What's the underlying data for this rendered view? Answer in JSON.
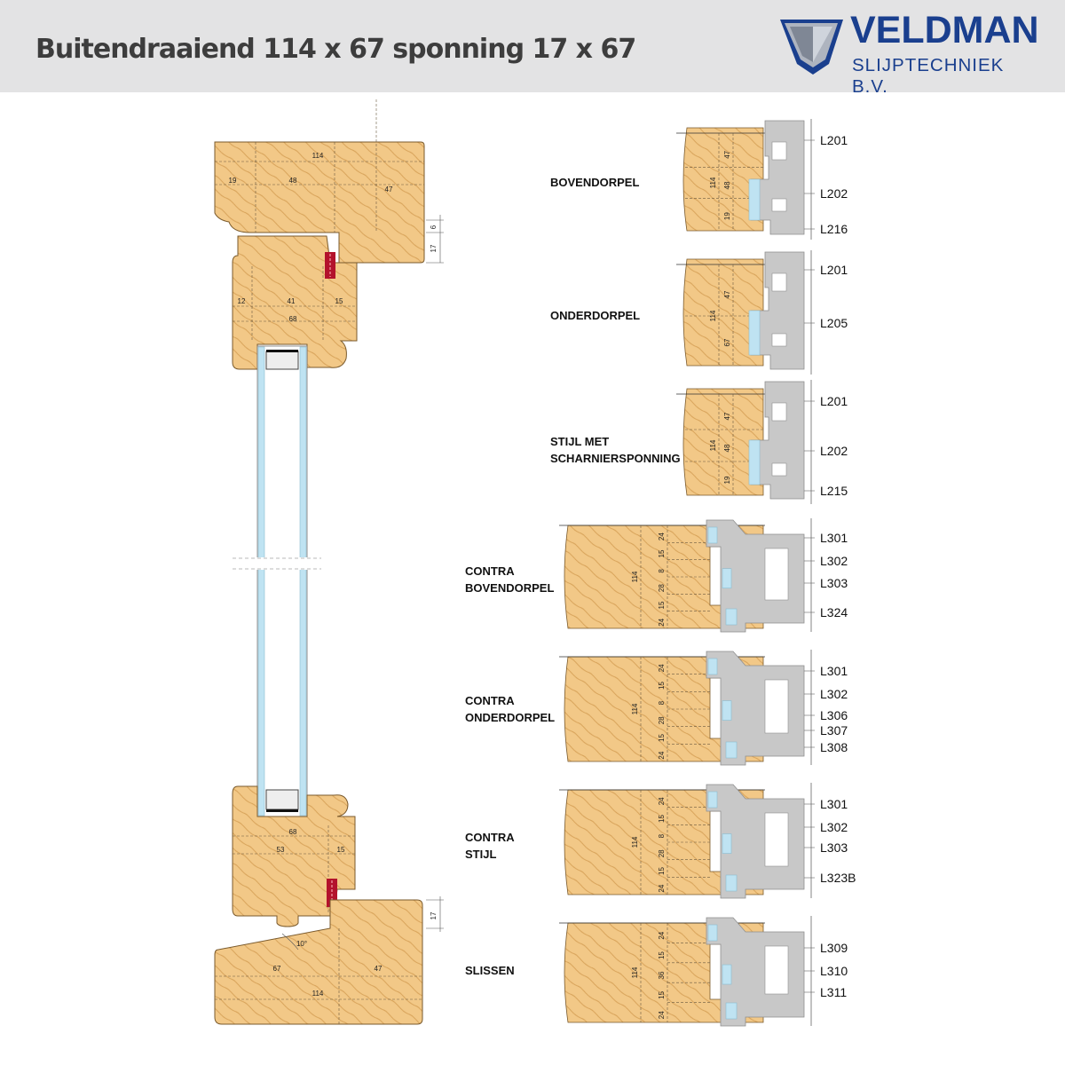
{
  "title": "Buitendraaiend 114 x 67 sponning 17 x 67",
  "logo": {
    "name": "VELDMAN",
    "subtitle": "SLIJPTECHNIEK B.V."
  },
  "colors": {
    "wood": "#f2c887",
    "wood_grain": "#d59f55",
    "tool": "#c8c8c8",
    "tool_edge": "#9a9a9a",
    "glass": "#bfe3f2",
    "seal": "#b3122c",
    "logo_blue": "#1a3f8e",
    "header_bg": "#e3e3e4"
  },
  "main_section": {
    "top_frame": {
      "width": "114",
      "parts": [
        "19",
        "48",
        "47"
      ],
      "rebate": [
        "6",
        "17"
      ]
    },
    "top_sash": {
      "width": "68",
      "parts": [
        "12",
        "41",
        "15"
      ]
    },
    "bottom_sash": {
      "width": "68",
      "parts": [
        "53",
        "15"
      ]
    },
    "bottom_frame": {
      "width": "114",
      "parts": [
        "67",
        "47"
      ],
      "rebate": "17",
      "angle": "10°"
    }
  },
  "profiles": [
    {
      "label": "BOVENDORPEL",
      "dims": [
        "47",
        "48",
        "19"
      ],
      "total": "114",
      "tools": [
        "L201",
        "L202",
        "L216"
      ]
    },
    {
      "label": "ONDERDORPEL",
      "dims": [
        "47",
        "67"
      ],
      "total": "114",
      "tools": [
        "L201",
        "L205"
      ]
    },
    {
      "label": "STIJL MET\nSCHARNIERSPONNING",
      "dims": [
        "47",
        "48",
        "19"
      ],
      "total": "114",
      "tools": [
        "L201",
        "L202",
        "L215"
      ]
    },
    {
      "label": "CONTRA\nBOVENDORPEL",
      "dims": [
        "24",
        "15",
        "8",
        "28",
        "15",
        "24"
      ],
      "total": "114",
      "tools": [
        "L301",
        "L302",
        "L303",
        "L324"
      ]
    },
    {
      "label": "CONTRA\nONDERDORPEL",
      "dims": [
        "24",
        "15",
        "8",
        "28",
        "15",
        "24"
      ],
      "total": "114",
      "tools": [
        "L301",
        "L302",
        "L306",
        "L307",
        "L308"
      ]
    },
    {
      "label": "CONTRA\nSTIJL",
      "dims": [
        "24",
        "15",
        "8",
        "28",
        "15",
        "24"
      ],
      "total": "114",
      "tools": [
        "L301",
        "L302",
        "L303",
        "L323B"
      ]
    },
    {
      "label": "SLISSEN",
      "dims": [
        "24",
        "15",
        "36",
        "15",
        "24"
      ],
      "total": "114",
      "tools": [
        "L309",
        "L310",
        "L311"
      ]
    }
  ]
}
